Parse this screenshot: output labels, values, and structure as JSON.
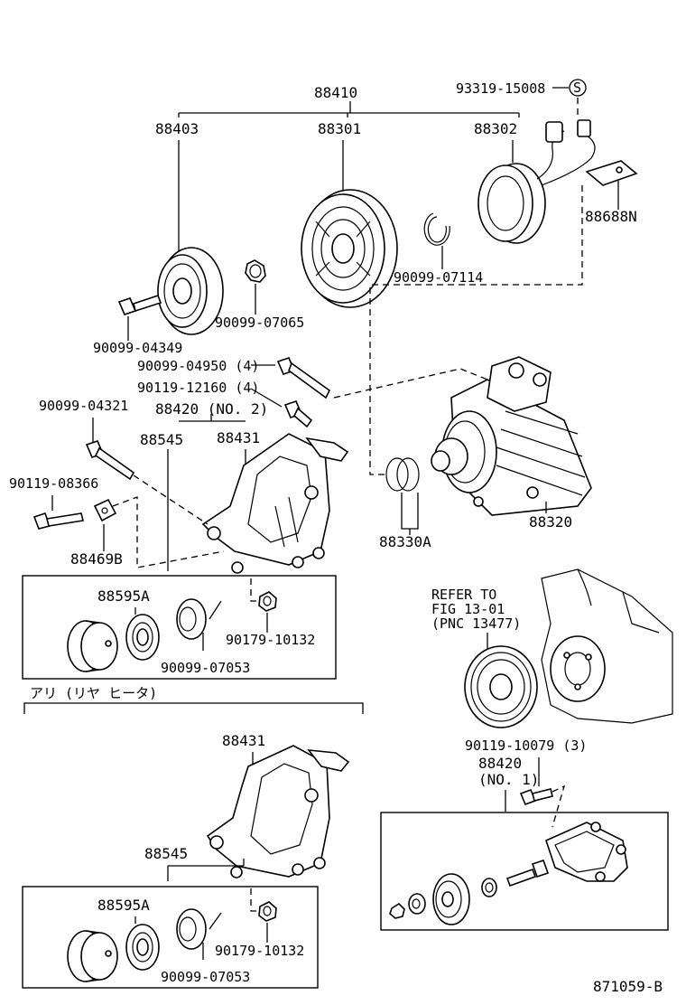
{
  "labels": {
    "p88410": "88410",
    "p88403": "88403",
    "p88301": "88301",
    "p88302": "88302",
    "p93319": "93319-15008",
    "s_mark": "S",
    "p88688N": "88688N",
    "p90099_07114": "90099-07114",
    "p90099_07065": "90099-07065",
    "p90099_04349": "90099-04349",
    "p90099_04950": "90099-04950 (4)",
    "p90119_12160": "90119-12160 (4)",
    "p90099_04321": "90099-04321",
    "p88420_no2": "88420 (NO. 2)",
    "p88545_a": "88545",
    "p88431_a": "88431",
    "p90119_08366": "90119-08366",
    "p88469B": "88469B",
    "p88330A": "88330A",
    "p88320": "88320",
    "p88595A_a": "88595A",
    "p90179_a": "90179-10132",
    "p90099_07053_a": "90099-07053",
    "refer1": "REFER TO",
    "refer2": "FIG 13-01",
    "refer3": "(PNC  13477)",
    "jp_note": "アリ (リヤ  ヒータ)",
    "p88431_b": "88431",
    "p90119_10079": "90119-10079 (3)",
    "p88420_no1a": "88420",
    "p88420_no1b": "(NO. 1)",
    "p88545_b": "88545",
    "p88595A_b": "88595A",
    "p90179_b": "90179-10132",
    "p90099_07053_b": "90099-07053",
    "fig_code": "871059-B"
  }
}
